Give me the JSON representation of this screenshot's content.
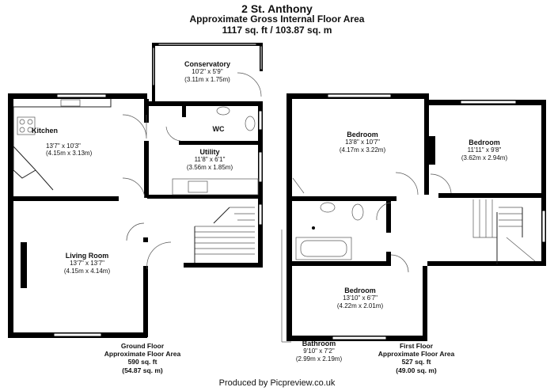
{
  "header": {
    "address": "2 St. Anthony",
    "subtitle": "Approximate Gross Internal Floor Area",
    "total": "1117 sq. ft / 103.87 sq. m"
  },
  "rooms": {
    "conservatory": {
      "name": "Conservatory",
      "size_ft": "10'2\" x 5'9\"",
      "size_m": "(3.11m x 1.75m)"
    },
    "kitchen": {
      "name": "Kitchen",
      "size_ft": "13'7\" x 10'3\"",
      "size_m": "(4.15m x 3.13m)"
    },
    "wc": {
      "name": "WC"
    },
    "utility": {
      "name": "Utility",
      "size_ft": "11'8\" x 6'1\"",
      "size_m": "(3.56m x 1.85m)"
    },
    "living_room": {
      "name": "Living Room",
      "size_ft": "13'7\" x 13'7\"",
      "size_m": "(4.15m x 4.14m)"
    },
    "bedroom_1": {
      "name": "Bedroom",
      "size_ft": "13'8\" x 10'7\"",
      "size_m": "(4.17m x 3.22m)"
    },
    "bedroom_2": {
      "name": "Bedroom",
      "size_ft": "11'11\" x 9'8\"",
      "size_m": "(3.62m x 2.94m)"
    },
    "bedroom_3": {
      "name": "Bedroom",
      "size_ft": "13'10\" x 6'7\"",
      "size_m": "(4.22m x 2.01m)"
    },
    "bathroom": {
      "name": "Bathroom",
      "size_ft": "9'10\" x 7'2\"",
      "size_m": "(2.99m x 2.19m)"
    }
  },
  "ground_floor": {
    "label": "Ground Floor",
    "area_label": "Approximate Floor Area",
    "area_ft": "590 sq. ft",
    "area_m": "(54.87 sq. m)"
  },
  "first_floor": {
    "label": "First Floor",
    "area_label": "Approximate Floor Area",
    "area_ft": "527 sq. ft",
    "area_m": "(49.00 sq. m)"
  },
  "footer": {
    "credit": "Produced by Picpreview.co.uk"
  }
}
